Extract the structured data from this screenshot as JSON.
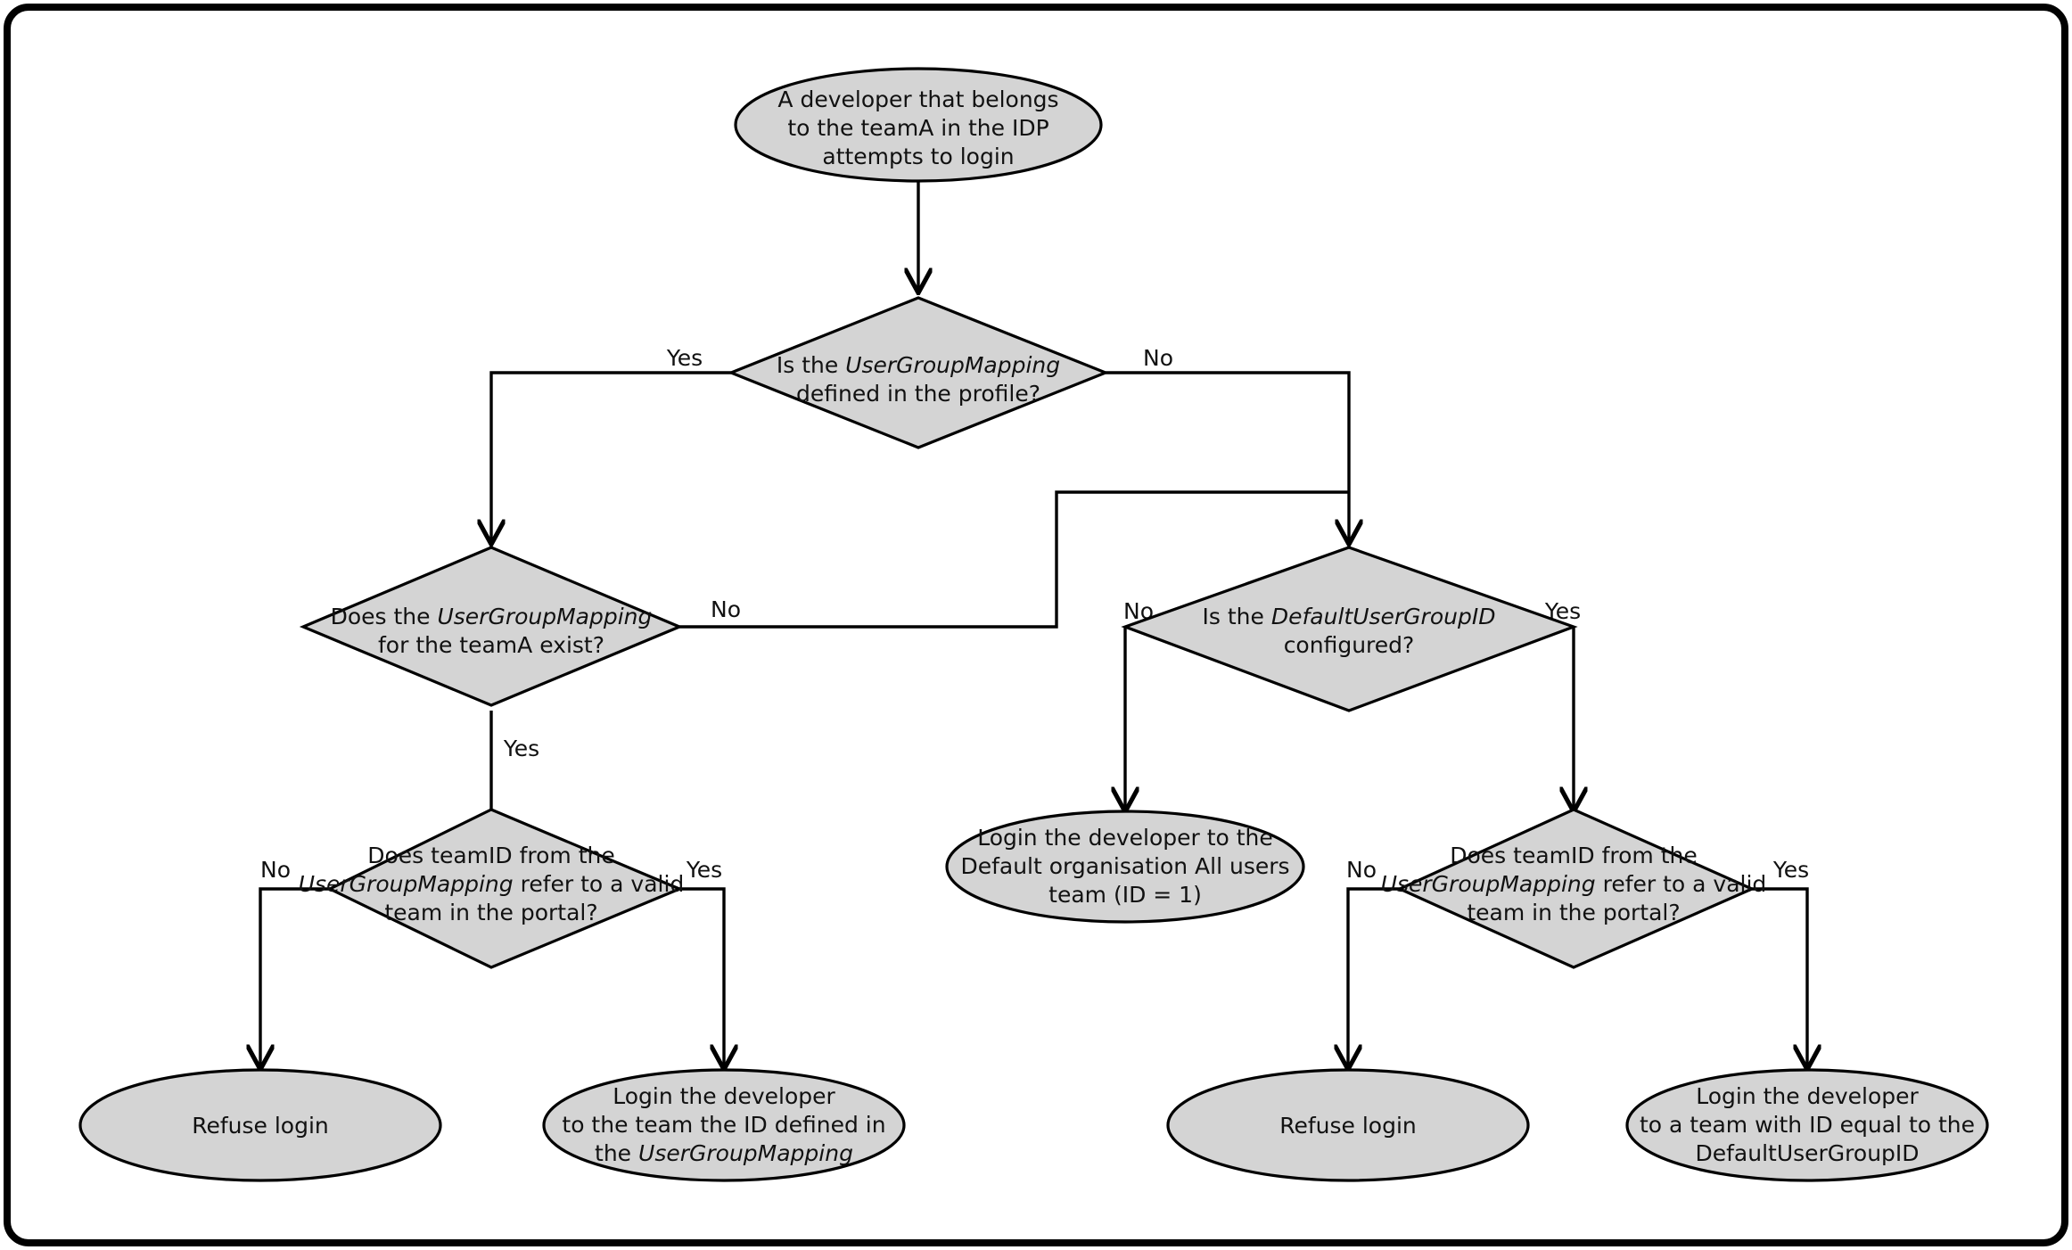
{
  "diagram": {
    "title": "Developer login team assignment decision flow",
    "style": {
      "shape_fill": "#d4d4d4",
      "shape_stroke": "#000000",
      "background": "#ffffff",
      "border": "#000000"
    },
    "nodes": [
      {
        "id": "start",
        "type": "ellipse",
        "lines": [
          {
            "text": "A developer that belongs",
            "italic": false
          },
          {
            "text": "to the teamA in the IDP",
            "italic": false
          },
          {
            "text": "attempts to login",
            "italic": false
          }
        ]
      },
      {
        "id": "d1",
        "type": "diamond",
        "lines": [
          {
            "text": "Is the ",
            "italic": false,
            "text_italic": "UserGroupMapping"
          },
          {
            "text": "defined in the profile?",
            "italic": false
          }
        ]
      },
      {
        "id": "d2",
        "type": "diamond",
        "lines": [
          {
            "text": "Does the ",
            "italic": false,
            "text_italic": "UserGroupMapping"
          },
          {
            "text": "for the teamA exist?",
            "italic": false
          }
        ]
      },
      {
        "id": "d3",
        "type": "diamond",
        "lines": [
          {
            "text": "Is the ",
            "italic": false,
            "text_italic": "DefaultUserGroupID"
          },
          {
            "text": "configured?",
            "italic": false
          }
        ]
      },
      {
        "id": "d4",
        "type": "diamond",
        "lines": [
          {
            "text": "Does teamID from the",
            "italic": false
          },
          {
            "text": "UserGroupMapping",
            "italic": true,
            "suffix": " refer to a valid"
          },
          {
            "text": "team in the portal?",
            "italic": false
          }
        ]
      },
      {
        "id": "d5",
        "type": "diamond",
        "lines": [
          {
            "text": "Does teamID from the",
            "italic": false
          },
          {
            "text": "UserGroupMapping",
            "italic": true,
            "suffix": " refer to a valid"
          },
          {
            "text": "team in the portal?",
            "italic": false
          }
        ]
      },
      {
        "id": "e_default_org",
        "type": "ellipse",
        "lines": [
          {
            "text": "Login the developer to the",
            "italic": false
          },
          {
            "text": "Default organisation All users",
            "italic": true
          },
          {
            "text": "team (ID = 1)",
            "italic": false
          }
        ]
      },
      {
        "id": "e_refuse_left",
        "type": "ellipse",
        "lines": [
          {
            "text": "Refuse login",
            "italic": false
          }
        ]
      },
      {
        "id": "e_login_mapping",
        "type": "ellipse",
        "lines": [
          {
            "text": "Login the developer",
            "italic": false
          },
          {
            "text": "to the team the ID defined in",
            "italic": false
          },
          {
            "text": "the ",
            "italic": false,
            "text_italic": "UserGroupMapping"
          }
        ]
      },
      {
        "id": "e_refuse_right",
        "type": "ellipse",
        "lines": [
          {
            "text": "Refuse login",
            "italic": false
          }
        ]
      },
      {
        "id": "e_login_default",
        "type": "ellipse",
        "lines": [
          {
            "text": "Login the developer",
            "italic": false
          },
          {
            "text": "to a team with ID equal to the",
            "italic": false
          },
          {
            "text": "DefaultUserGroupID",
            "italic": true
          }
        ]
      }
    ],
    "node_text": {
      "start": {
        "l1": "A developer that belongs",
        "l2": "to the teamA in the IDP",
        "l3": "attempts to login"
      },
      "d1": {
        "l1_pre": "Is the ",
        "l1_it": "UserGroupMapping",
        "l2": "defined in the profile?"
      },
      "d2": {
        "l1_pre": "Does the ",
        "l1_it": "UserGroupMapping",
        "l2": "for the teamA exist?"
      },
      "d3": {
        "l1_pre": "Is the ",
        "l1_it": "DefaultUserGroupID",
        "l2": "configured?"
      },
      "d4": {
        "l1": "Does teamID from the",
        "l2_it": "UserGroupMapping",
        "l2_post": " refer to a valid",
        "l3": "team in the portal?"
      },
      "d5": {
        "l1": "Does teamID from the",
        "l2_it": "UserGroupMapping",
        "l2_post": " refer to a valid",
        "l3": "team in the portal?"
      },
      "e_default_org": {
        "l1": "Login the developer to the",
        "l2_it": "Default organisation All users",
        "l3": "team (ID = 1)"
      },
      "e_refuse_left": {
        "l1": "Refuse login"
      },
      "e_login_mapping": {
        "l1": "Login the developer",
        "l2": "to the team the ID defined in",
        "l3_pre": "the ",
        "l3_it": "UserGroupMapping"
      },
      "e_refuse_right": {
        "l1": "Refuse login"
      },
      "e_login_default": {
        "l1": "Login the developer",
        "l2": "to a team with ID equal to the",
        "l3_it": "DefaultUserGroupID"
      }
    },
    "edge_labels": {
      "d1_yes": "Yes",
      "d1_no": "No",
      "d2_no": "No",
      "d2_yes": "Yes",
      "d3_no": "No",
      "d3_yes": "Yes",
      "d4_no": "No",
      "d4_yes": "Yes",
      "d5_no": "No",
      "d5_yes": "Yes"
    },
    "edges": [
      {
        "id": "start-d1",
        "from": "start",
        "to": "d1",
        "label": ""
      },
      {
        "id": "d1-d2",
        "from": "d1",
        "to": "d2",
        "label": "Yes"
      },
      {
        "id": "d1-d3",
        "from": "d1",
        "to": "d3",
        "label": "No"
      },
      {
        "id": "d2-d3",
        "from": "d2",
        "to": "d3",
        "label": "No"
      },
      {
        "id": "d2-d4",
        "from": "d2",
        "to": "d4",
        "label": "Yes"
      },
      {
        "id": "d3-default-org",
        "from": "d3",
        "to": "e_default_org",
        "label": "No"
      },
      {
        "id": "d3-d5",
        "from": "d3",
        "to": "d5",
        "label": "Yes"
      },
      {
        "id": "d4-refuse",
        "from": "d4",
        "to": "e_refuse_left",
        "label": "No"
      },
      {
        "id": "d4-login",
        "from": "d4",
        "to": "e_login_mapping",
        "label": "Yes"
      },
      {
        "id": "d5-refuse",
        "from": "d5",
        "to": "e_refuse_right",
        "label": "No"
      },
      {
        "id": "d5-login",
        "from": "d5",
        "to": "e_login_default",
        "label": "Yes"
      }
    ]
  }
}
